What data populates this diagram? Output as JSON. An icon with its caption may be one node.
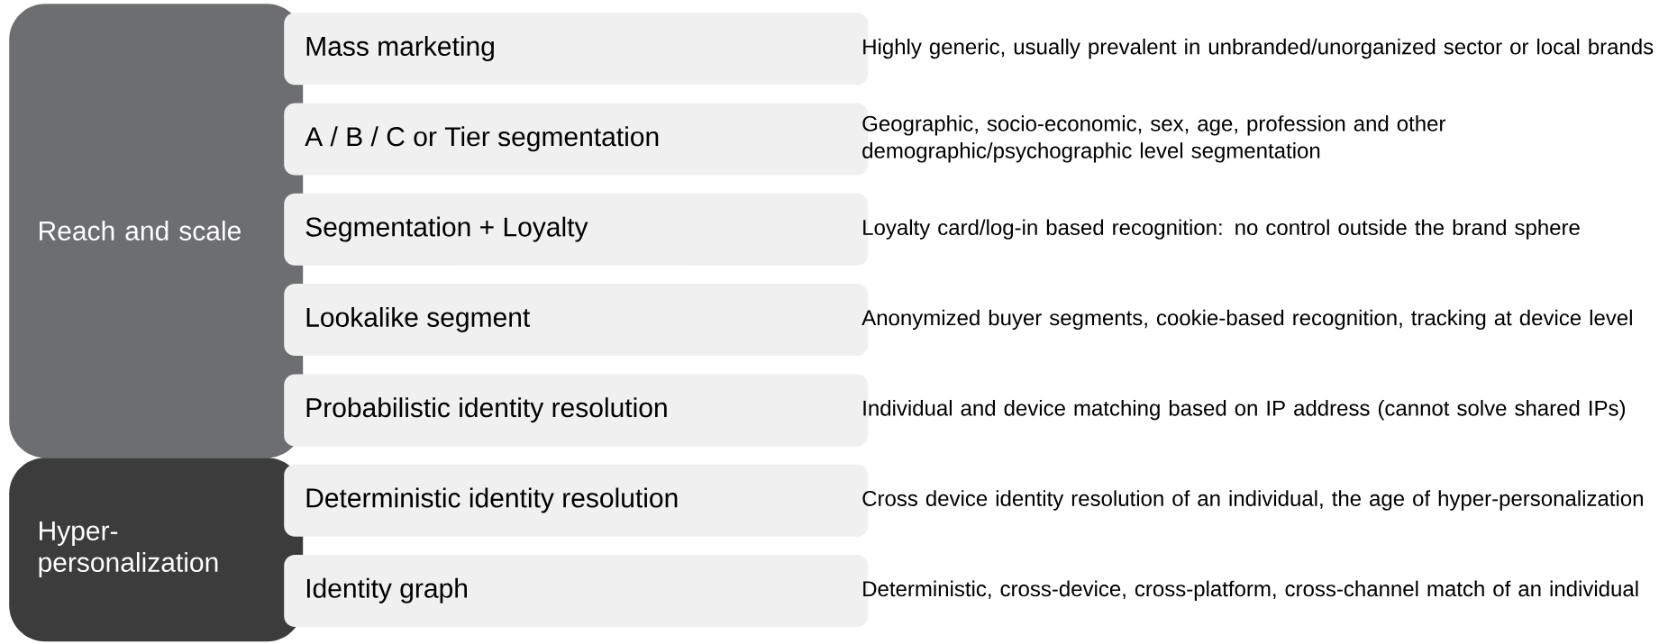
{
  "diagram": {
    "nodes": [
      {
        "text": [
          "Reach and scale"
        ]
      },
      {
        "text": [
          "Mass marketing"
        ],
        "beside": [
          "Highly generic, usually prevalent in unbranded/unorganized sector or local brands"
        ]
      },
      {
        "text": [
          "A / B / C or Tier segmentation"
        ],
        "beside": [
          "Geographic, socio-economic, sex, age, profession and other demographic/psychographic level segmentation"
        ]
      },
      {
        "text": [
          "Segmentation + Loyalty"
        ],
        "beside": [
          "Loyalty card/log-in based recognition: no control outside the brand sphere"
        ]
      },
      {
        "text": [
          "Lookalike segment"
        ],
        "beside": [
          "Anonymized buyer segments, cookie-based recognition, tracking at device level"
        ]
      },
      {
        "text": [
          "Probabilistic identity resolution"
        ],
        "beside": [
          "Individual and device matching based on IP address (cannot solve shared IPs)"
        ]
      },
      {
        "text": [
          "Hyper-personalization"
        ]
      },
      {
        "text": [
          "Deterministic identity resolution"
        ],
        "beside": [
          "Cross device identity resolution of an individual, the age of hyper-personalization"
        ]
      },
      {
        "text": [
          "Identity graph"
        ],
        "beside": [
          "Deterministic, cross-device, cross-platform, cross-channel match of an individual"
        ]
      }
    ]
  }
}
